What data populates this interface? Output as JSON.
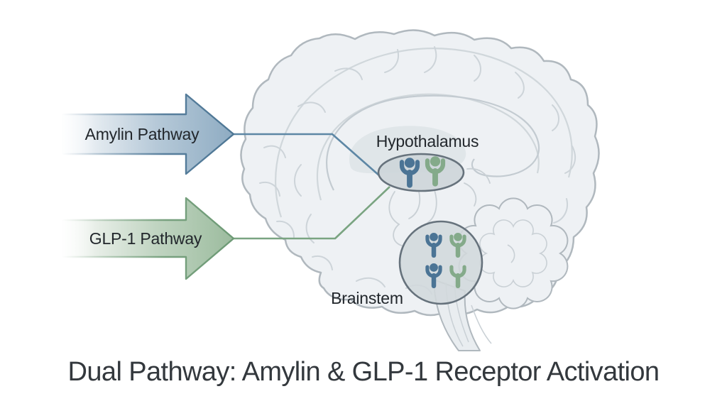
{
  "title": "Dual Pathway: Amylin & GLP-1 Receptor Activation",
  "pathways": {
    "amylin": {
      "label": "Amylin Pathway",
      "color": "#54809f",
      "fill": "#9db8cd"
    },
    "glp1": {
      "label": "GLP-1 Pathway",
      "color": "#74a07c",
      "fill": "#b2ccb4"
    }
  },
  "regions": {
    "hypothalamus": {
      "label": "Hypothalamus",
      "receptors": [
        {
          "pathway": "amylin",
          "state": "bound"
        },
        {
          "pathway": "glp1",
          "state": "bound"
        }
      ]
    },
    "brainstem": {
      "label": "Brainstem",
      "receptors": [
        {
          "pathway": "amylin",
          "state": "bound"
        },
        {
          "pathway": "glp1",
          "state": "bound"
        },
        {
          "pathway": "amylin",
          "state": "bound"
        },
        {
          "pathway": "glp1",
          "state": "unbound"
        }
      ]
    }
  },
  "colors": {
    "amylin_receptor": "#4b7495",
    "glp1_receptor": "#84aa8a",
    "amylin_line": "#5d87a5",
    "glp1_line": "#7aa481",
    "brain_outline": "#b0b8be",
    "brain_fill": "#eef1f4",
    "region_fill": "#d2d9dd",
    "region_border": "#66727c",
    "title_text": "#33383d",
    "label_text": "#22272c",
    "background": "#ffffff"
  },
  "icons": {
    "receptor_bound": "receptor-with-ligand-icon",
    "receptor_unbound": "receptor-unbound-icon"
  }
}
